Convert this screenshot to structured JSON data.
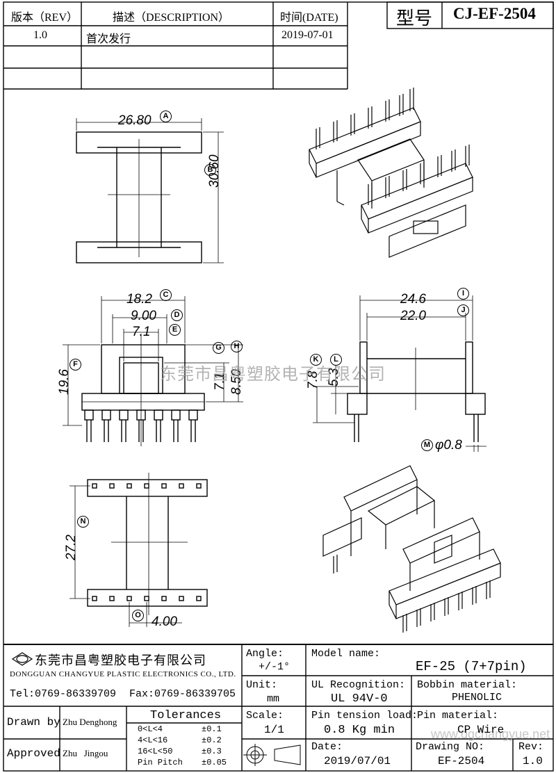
{
  "header": {
    "col_rev": "版本（REV）",
    "col_desc": "描述（DESCRIPTION）",
    "col_date": "时间(DATE)",
    "row1_rev": "1.0",
    "row1_desc": "首次发行",
    "row1_date": "2019-07-01",
    "model_label": "型号",
    "model_value": "CJ-EF-2504"
  },
  "dimensions": {
    "A": "26.80",
    "B": "30.60",
    "C": "18.2",
    "D": "9.00",
    "E": "7.1",
    "F": "19.6",
    "G": "7.1",
    "H": "8.50",
    "I": "24.6",
    "J": "22.0",
    "K": "7.8",
    "L": "5.3",
    "M": "φ0.8",
    "N": "27.2",
    "O": "4.00",
    "markers": [
      "A",
      "B",
      "C",
      "D",
      "E",
      "F",
      "G",
      "H",
      "I",
      "J",
      "K",
      "L",
      "M",
      "N",
      "O"
    ]
  },
  "watermark": {
    "center": "东莞市昌粤塑胶电子有限公司",
    "corner": "www.dgchangyue.net"
  },
  "title_block": {
    "company_cn": "东莞市昌粤塑胶电子有限公司",
    "company_en": "DONGGUAN CHANGYUE PLASTIC ELECTRONICS CO., LTD.",
    "tel": "Tel:0769-86339709",
    "fax": "Fax:0769-86339705",
    "angle_label": "Angle:",
    "angle_value": "+/-1°",
    "model_name_label": "Model name:",
    "model_name_value": "EF-25 (7+7pin)",
    "unit_label": "Unit:",
    "unit_value": "mm",
    "ul_label": "UL Recognition:",
    "ul_value": "UL 94V-0",
    "bobbin_label": "Bobbin material:",
    "bobbin_value": "PHENOLIC",
    "drawn_by_label": "Drawn by",
    "drawn_by_value": "Zhu Denghong",
    "approved_label": "Approved",
    "approved_value": "Zhu   Jingou",
    "tolerances_label": "Tolerances",
    "tolerances": [
      {
        "range": "0<L<4",
        "tol": "±0.1"
      },
      {
        "range": "4<L<16",
        "tol": "±0.2"
      },
      {
        "range": "16<L<50",
        "tol": "±0.3"
      },
      {
        "range": "Pin Pitch",
        "tol": "±0.05"
      }
    ],
    "scale_label": "Scale:",
    "scale_value": "1/1",
    "pin_tension_label": "Pin tension load:",
    "pin_tension_value": "0.8 Kg min",
    "pin_material_label": "Pin material:",
    "pin_material_value": "CP Wire",
    "date_label": "Date:",
    "date_value": "2019/07/01",
    "drawing_no_label": "Drawing NO:",
    "drawing_no_value": "EF-2504",
    "rev_label": "Rev:",
    "rev_value": "1.0"
  }
}
